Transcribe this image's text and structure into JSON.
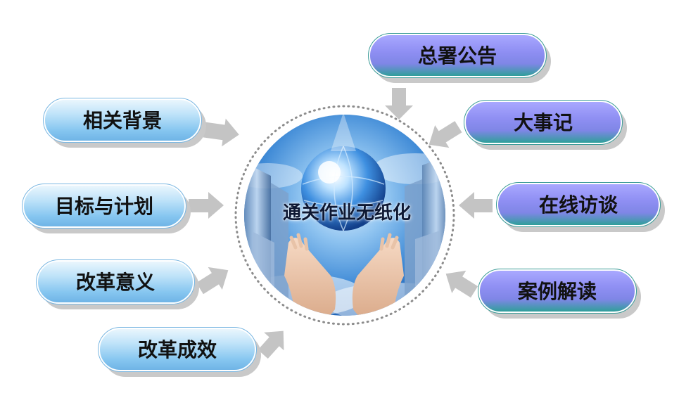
{
  "center": {
    "title": "通关作业无纸化"
  },
  "left_items": [
    {
      "label": "相关背景"
    },
    {
      "label": "目标与计划"
    },
    {
      "label": "改革意义"
    },
    {
      "label": "改革成效"
    }
  ],
  "right_items": [
    {
      "label": "总署公告"
    },
    {
      "label": "大事记"
    },
    {
      "label": "在线访谈"
    },
    {
      "label": "案例解读"
    }
  ],
  "colors": {
    "left_pill": "#8ecbf2",
    "right_pill": "#8f8ff3",
    "right_pill_bottom": "#2f9f9a",
    "arrow": "#c4c4c4",
    "ring_dots": "#8c8c8c",
    "sky": "#2f7fd0"
  }
}
